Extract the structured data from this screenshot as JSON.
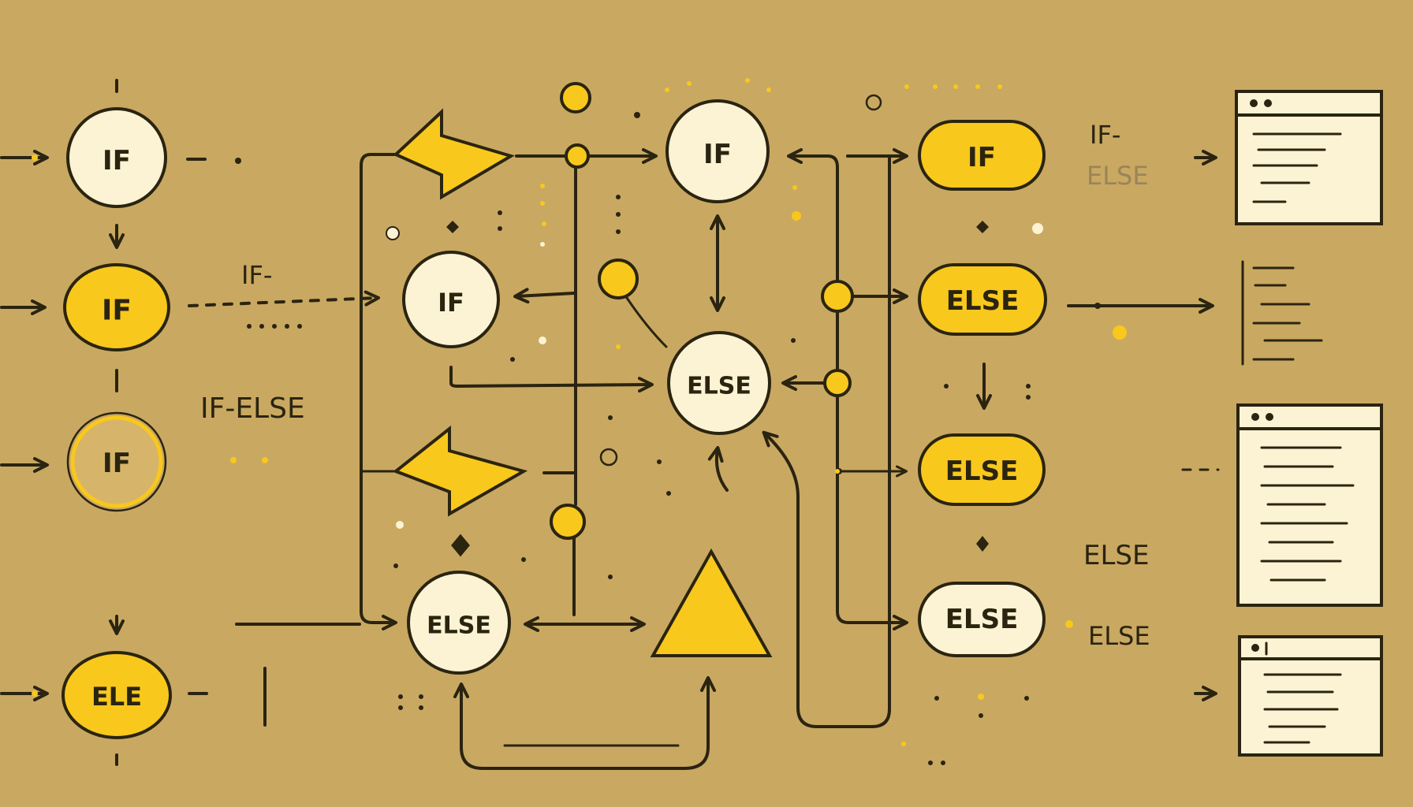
{
  "palette": {
    "background": "#c9a862",
    "ink": "#2a2410",
    "cream": "#fbf3d4",
    "accent_yellow": "#f8c81c"
  },
  "nodes": {
    "left_if_1": "IF",
    "left_if_2": "IF",
    "left_if_3": "IF",
    "left_ele": "ELE",
    "mid_if": "IF",
    "mid_else": "ELSE",
    "center_if": "IF",
    "center_else": "ELSE",
    "pill_if": "IF",
    "pill_else_1": "ELSE",
    "pill_else_2": "ELSE",
    "pill_else_3": "ELSE"
  },
  "labels": {
    "if_dash_left": "IF-",
    "if_else_left": "IF-ELSE",
    "if_dash_right": "IF-",
    "else_faded_right": "ELSE",
    "else_right_1": "ELSE",
    "else_right_2": "ELSE"
  },
  "icons": [
    "diamond-arrow-icon",
    "triangle-icon",
    "code-window-icon",
    "code-document-icon"
  ]
}
